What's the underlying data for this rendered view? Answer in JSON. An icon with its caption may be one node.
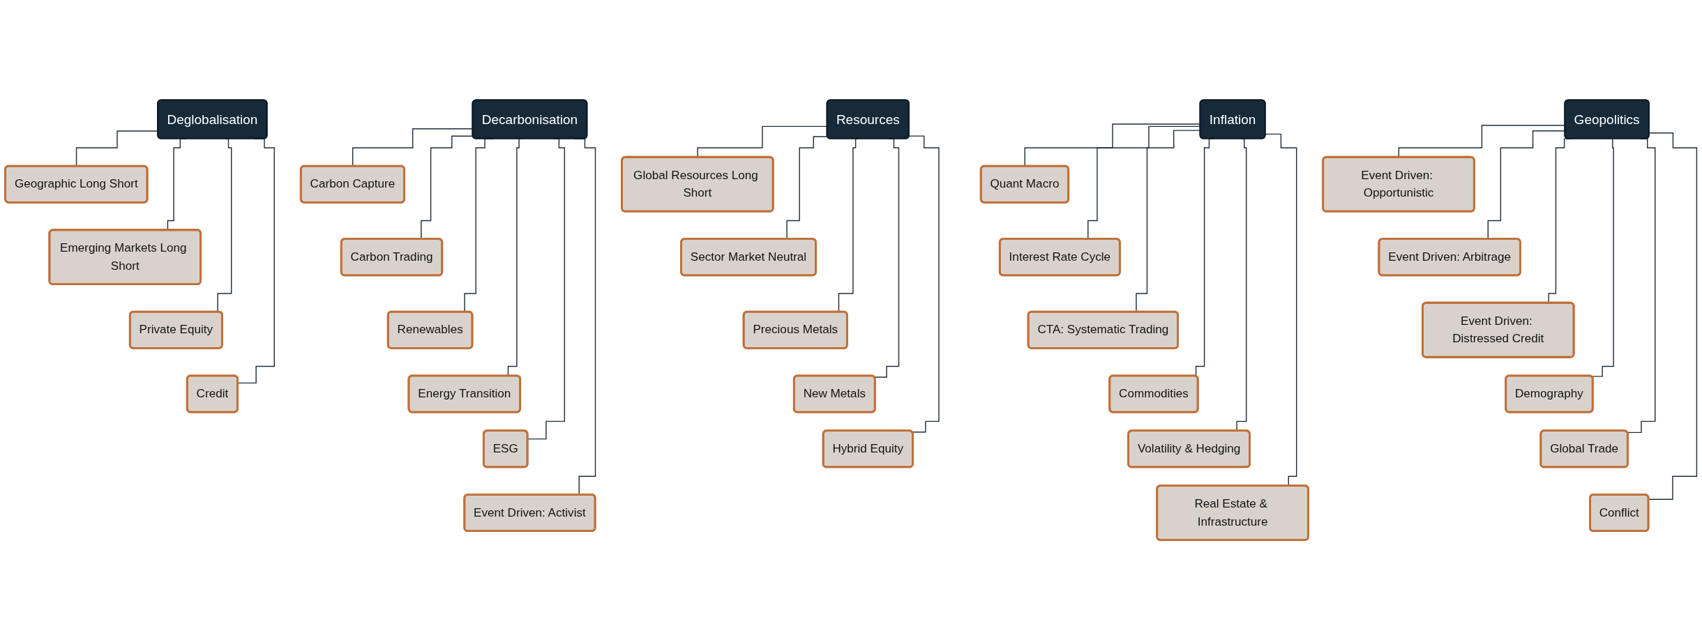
{
  "diagram": {
    "nodes": [
      {
        "text": [
          "Decarbonisation"
        ]
      },
      {
        "text": [
          "Carbon Capture"
        ]
      },
      {
        "text": [
          "Carbon Trading"
        ]
      },
      {
        "text": [
          "Renewables"
        ]
      },
      {
        "text": [
          "Energy Transition"
        ]
      },
      {
        "text": [
          "ESG"
        ]
      },
      {
        "text": [
          "Event Driven: Activist"
        ]
      },
      {
        "text": [
          "Inflation"
        ]
      },
      {
        "text": [
          "Quant Macro"
        ]
      },
      {
        "text": [
          "Interest Rate Cycle"
        ]
      },
      {
        "text": [
          "CTA: Systematic Trading"
        ]
      },
      {
        "text": [
          "Commodities"
        ]
      },
      {
        "text": [
          "Volatility & Hedging"
        ]
      },
      {
        "text": [
          "Real Estate & Infrastructure"
        ]
      },
      {
        "text": [
          "Deglobalisation"
        ]
      },
      {
        "text": [
          "Geographic Long Short"
        ]
      },
      {
        "text": [
          "Emerging Markets Long Short"
        ]
      },
      {
        "text": [
          "Private Equity"
        ]
      },
      {
        "text": [
          "Credit"
        ]
      },
      {
        "text": [
          "Resources"
        ]
      },
      {
        "text": [
          "Global Resources Long Short"
        ]
      },
      {
        "text": [
          "Sector Market Neutral"
        ]
      },
      {
        "text": [
          "Precious Metals"
        ]
      },
      {
        "text": [
          "New Metals"
        ]
      },
      {
        "text": [
          "Hybrid Equity"
        ]
      },
      {
        "text": [
          "Geopolitics"
        ]
      },
      {
        "text": [
          "Event Driven: Opportunistic"
        ]
      },
      {
        "text": [
          "Event Driven: Arbitrage"
        ]
      },
      {
        "text": [
          "Event Driven: Distressed Credit"
        ]
      },
      {
        "text": [
          "Demography"
        ]
      },
      {
        "text": [
          "Global Trade"
        ]
      },
      {
        "text": [
          "Conflict"
        ]
      }
    ],
    "edges": [
      {
        "from": 0,
        "to": 1,
        "arrow": "none"
      },
      {
        "from": 0,
        "to": 2,
        "arrow": "none"
      },
      {
        "from": 0,
        "to": 3,
        "arrow": "none"
      },
      {
        "from": 0,
        "to": 4,
        "arrow": "none"
      },
      {
        "from": 0,
        "to": 5,
        "arrow": "none"
      },
      {
        "from": 0,
        "to": 6,
        "arrow": "none"
      },
      {
        "from": 7,
        "to": 8,
        "arrow": "none"
      },
      {
        "from": 7,
        "to": 9,
        "arrow": "none"
      },
      {
        "from": 7,
        "to": 10,
        "arrow": "none"
      },
      {
        "from": 7,
        "to": 11,
        "arrow": "none"
      },
      {
        "from": 7,
        "to": 12,
        "arrow": "none"
      },
      {
        "from": 7,
        "to": 13,
        "arrow": "none"
      },
      {
        "from": 14,
        "to": 15,
        "arrow": "none"
      },
      {
        "from": 14,
        "to": 16,
        "arrow": "none"
      },
      {
        "from": 14,
        "to": 17,
        "arrow": "none"
      },
      {
        "from": 14,
        "to": 18,
        "arrow": "none"
      },
      {
        "from": 19,
        "to": 20,
        "arrow": "none"
      },
      {
        "from": 19,
        "to": 21,
        "arrow": "none"
      },
      {
        "from": 19,
        "to": 22,
        "arrow": "none"
      },
      {
        "from": 19,
        "to": 23,
        "arrow": "none"
      },
      {
        "from": 19,
        "to": 24,
        "arrow": "none"
      },
      {
        "from": 25,
        "to": 26,
        "arrow": "none"
      },
      {
        "from": 25,
        "to": 27,
        "arrow": "none"
      },
      {
        "from": 25,
        "to": 28,
        "arrow": "none"
      },
      {
        "from": 25,
        "to": 29,
        "arrow": "none"
      },
      {
        "from": 25,
        "to": 30,
        "arrow": "none"
      },
      {
        "from": 25,
        "to": 31,
        "arrow": "none"
      }
    ]
  }
}
